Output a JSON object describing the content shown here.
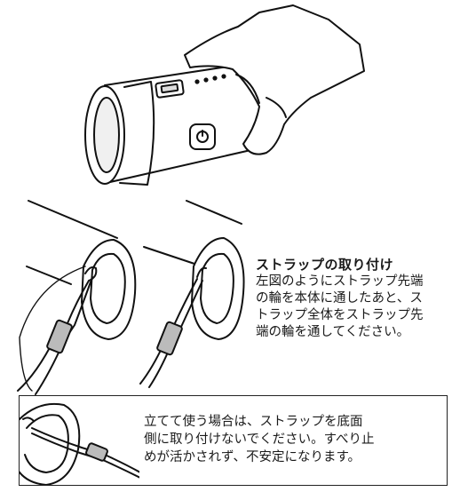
{
  "strap_section": {
    "title": "ストラップの取り付け",
    "body": "左図のようにストラップ先端\nの輪を本体に通したあと、ス\nトラップ全体をストラップ先\n端の輪を通してください。"
  },
  "note": {
    "text": "立てて使う場合は、ストラップを底面\n側に取り付けないでください。すべり止\nめが活かされず、不安定になります。"
  }
}
